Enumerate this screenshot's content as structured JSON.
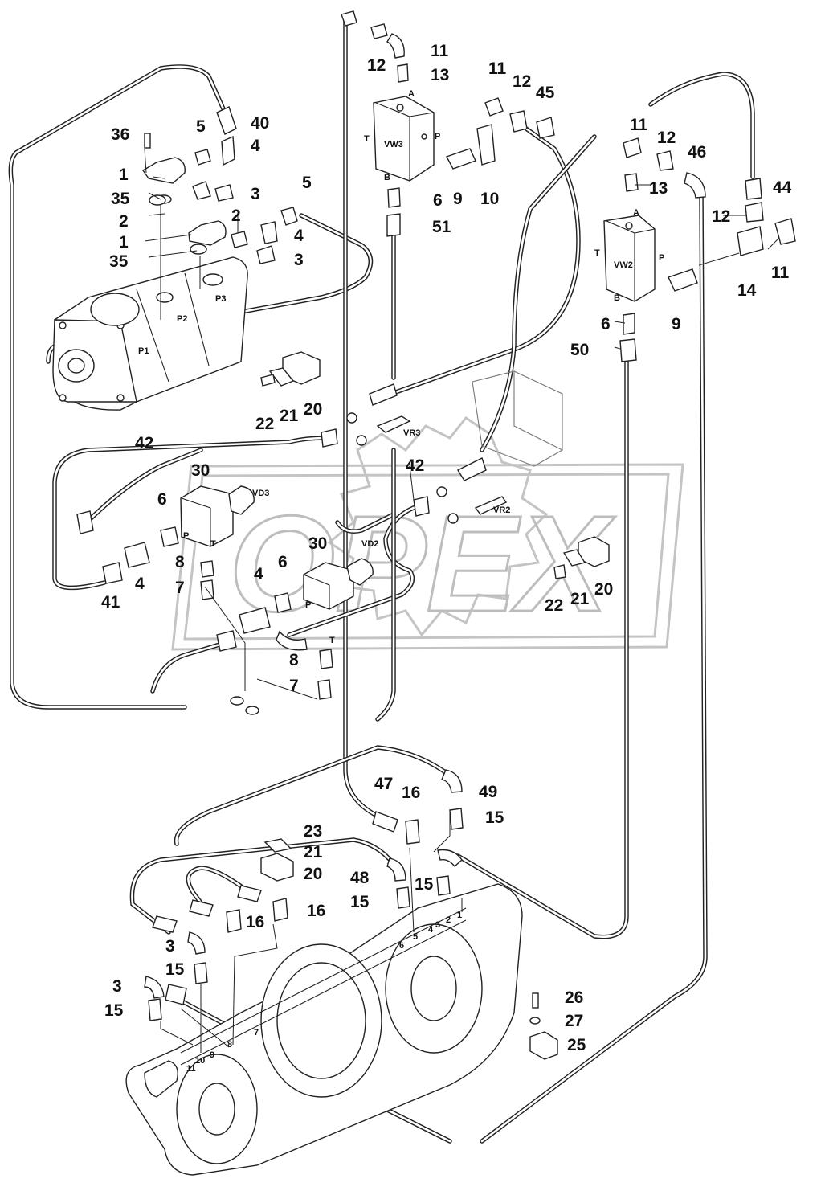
{
  "diagram": {
    "watermark": "OPEX",
    "callouts": [
      {
        "id": "c40",
        "text": "40"
      },
      {
        "id": "c36",
        "text": "36"
      },
      {
        "id": "c5a",
        "text": "5"
      },
      {
        "id": "c4a",
        "text": "4"
      },
      {
        "id": "c1a",
        "text": "1"
      },
      {
        "id": "c3a",
        "text": "3"
      },
      {
        "id": "c35a",
        "text": "35"
      },
      {
        "id": "c5b",
        "text": "5"
      },
      {
        "id": "c2a",
        "text": "2"
      },
      {
        "id": "c2b",
        "text": "2"
      },
      {
        "id": "c4b",
        "text": "4"
      },
      {
        "id": "c1b",
        "text": "1"
      },
      {
        "id": "c3b",
        "text": "3"
      },
      {
        "id": "c35b",
        "text": "35"
      },
      {
        "id": "c11a",
        "text": "11"
      },
      {
        "id": "c12a",
        "text": "12"
      },
      {
        "id": "c13a",
        "text": "13"
      },
      {
        "id": "c11b",
        "text": "11"
      },
      {
        "id": "c12b",
        "text": "12"
      },
      {
        "id": "c45",
        "text": "45"
      },
      {
        "id": "c9a",
        "text": "9"
      },
      {
        "id": "c10",
        "text": "10"
      },
      {
        "id": "c6a",
        "text": "6"
      },
      {
        "id": "c51",
        "text": "51"
      },
      {
        "id": "c11c",
        "text": "11"
      },
      {
        "id": "c12c",
        "text": "12"
      },
      {
        "id": "c46",
        "text": "46"
      },
      {
        "id": "c13b",
        "text": "13"
      },
      {
        "id": "c44",
        "text": "44"
      },
      {
        "id": "c12d",
        "text": "12"
      },
      {
        "id": "c11d",
        "text": "11"
      },
      {
        "id": "c14",
        "text": "14"
      },
      {
        "id": "c9b",
        "text": "9"
      },
      {
        "id": "c6b",
        "text": "6"
      },
      {
        "id": "c50",
        "text": "50"
      },
      {
        "id": "c22a",
        "text": "22"
      },
      {
        "id": "c21a",
        "text": "21"
      },
      {
        "id": "c20a",
        "text": "20"
      },
      {
        "id": "c42a",
        "text": "42"
      },
      {
        "id": "c30a",
        "text": "30"
      },
      {
        "id": "c6c",
        "text": "6"
      },
      {
        "id": "c8a",
        "text": "8"
      },
      {
        "id": "c7a",
        "text": "7"
      },
      {
        "id": "c41",
        "text": "41"
      },
      {
        "id": "c4c",
        "text": "4"
      },
      {
        "id": "c42b",
        "text": "42"
      },
      {
        "id": "c30b",
        "text": "30"
      },
      {
        "id": "c6d",
        "text": "6"
      },
      {
        "id": "c4d",
        "text": "4"
      },
      {
        "id": "c8b",
        "text": "8"
      },
      {
        "id": "c7b",
        "text": "7"
      },
      {
        "id": "c20b",
        "text": "20"
      },
      {
        "id": "c21b",
        "text": "21"
      },
      {
        "id": "c22b",
        "text": "22"
      },
      {
        "id": "c47",
        "text": "47"
      },
      {
        "id": "c16a",
        "text": "16"
      },
      {
        "id": "c49",
        "text": "49"
      },
      {
        "id": "c15a",
        "text": "15"
      },
      {
        "id": "c23",
        "text": "23"
      },
      {
        "id": "c21c",
        "text": "21"
      },
      {
        "id": "c20c",
        "text": "20"
      },
      {
        "id": "c48",
        "text": "48"
      },
      {
        "id": "c15b",
        "text": "15"
      },
      {
        "id": "c15c",
        "text": "15"
      },
      {
        "id": "c16b",
        "text": "16"
      },
      {
        "id": "c16c",
        "text": "16"
      },
      {
        "id": "c3c",
        "text": "3"
      },
      {
        "id": "c15d",
        "text": "15"
      },
      {
        "id": "c3d",
        "text": "3"
      },
      {
        "id": "c15e",
        "text": "15"
      },
      {
        "id": "c26",
        "text": "26"
      },
      {
        "id": "c27",
        "text": "27"
      },
      {
        "id": "c25",
        "text": "25"
      }
    ],
    "tags": [
      {
        "id": "tP1",
        "text": "P1"
      },
      {
        "id": "tP2",
        "text": "P2"
      },
      {
        "id": "tP3",
        "text": "P3"
      },
      {
        "id": "tVW3",
        "text": "VW3"
      },
      {
        "id": "tA1",
        "text": "A"
      },
      {
        "id": "tB1",
        "text": "B"
      },
      {
        "id": "tT1",
        "text": "T"
      },
      {
        "id": "tP1v",
        "text": "P"
      },
      {
        "id": "tVW2",
        "text": "VW2"
      },
      {
        "id": "tA2",
        "text": "A"
      },
      {
        "id": "tB2",
        "text": "B"
      },
      {
        "id": "tT2",
        "text": "T"
      },
      {
        "id": "tP2v",
        "text": "P"
      },
      {
        "id": "tVR3",
        "text": "VR3"
      },
      {
        "id": "tVR2",
        "text": "VR2"
      },
      {
        "id": "tVD3",
        "text": "VD3"
      },
      {
        "id": "tPd3",
        "text": "P"
      },
      {
        "id": "tTd3",
        "text": "T"
      },
      {
        "id": "tVD2",
        "text": "VD2"
      },
      {
        "id": "tPd2",
        "text": "P"
      },
      {
        "id": "tTd2",
        "text": "T"
      },
      {
        "id": "n1",
        "text": "1"
      },
      {
        "id": "n2",
        "text": "2"
      },
      {
        "id": "n3",
        "text": "3"
      },
      {
        "id": "n4",
        "text": "4"
      },
      {
        "id": "n5",
        "text": "5"
      },
      {
        "id": "n6",
        "text": "6"
      },
      {
        "id": "n7",
        "text": "7"
      },
      {
        "id": "n8",
        "text": "8"
      },
      {
        "id": "n9",
        "text": "9"
      },
      {
        "id": "n10",
        "text": "10"
      },
      {
        "id": "n11",
        "text": "11"
      }
    ]
  }
}
